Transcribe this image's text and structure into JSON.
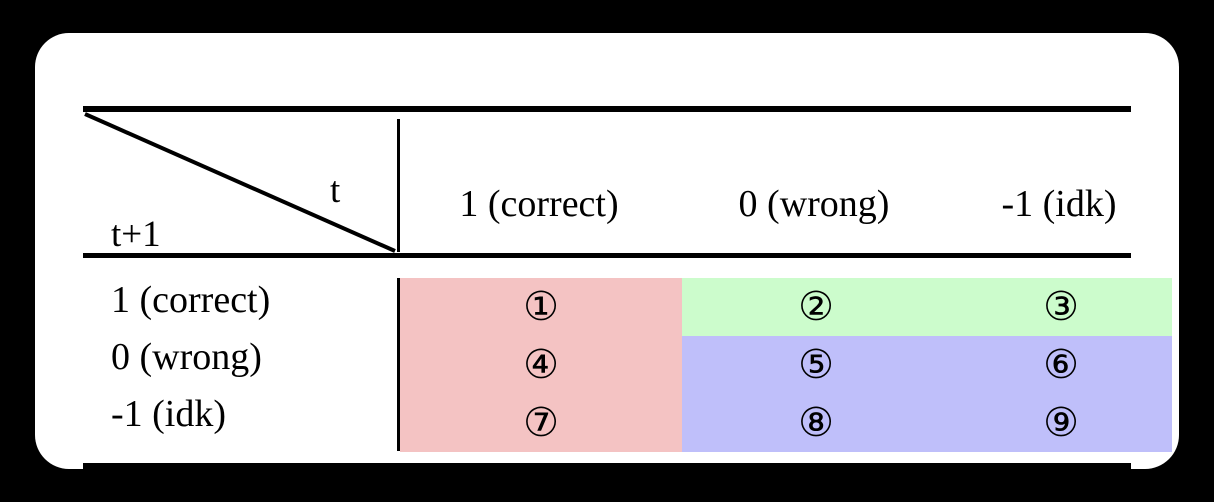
{
  "page": {
    "background_color": "#000000",
    "card_color": "#ffffff"
  },
  "table": {
    "corner": {
      "top_right_label": "t",
      "bottom_left_label": "t+1",
      "diagonal": "diagonal-divider-line"
    },
    "column_headers": [
      "1 (correct)",
      "0 (wrong)",
      "-1 (idk)"
    ],
    "row_headers": [
      "1 (correct)",
      "0 (wrong)",
      "-1 (idk)"
    ],
    "cells": [
      [
        {
          "label": "①",
          "color": "#f4c3c3"
        },
        {
          "label": "②",
          "color": "#ccfccc"
        },
        {
          "label": "③",
          "color": "#ccfccc"
        }
      ],
      [
        {
          "label": "④",
          "color": "#f4c3c3"
        },
        {
          "label": "⑤",
          "color": "#bfbffa"
        },
        {
          "label": "⑥",
          "color": "#bfbffa"
        }
      ],
      [
        {
          "label": "⑦",
          "color": "#f4c3c3"
        },
        {
          "label": "⑧",
          "color": "#bfbffa"
        },
        {
          "label": "⑨",
          "color": "#bfbffa"
        }
      ]
    ],
    "colors": {
      "pink": "#f4c3c3",
      "green": "#ccfccc",
      "lavender": "#bfbffa",
      "rule": "#000000"
    }
  }
}
